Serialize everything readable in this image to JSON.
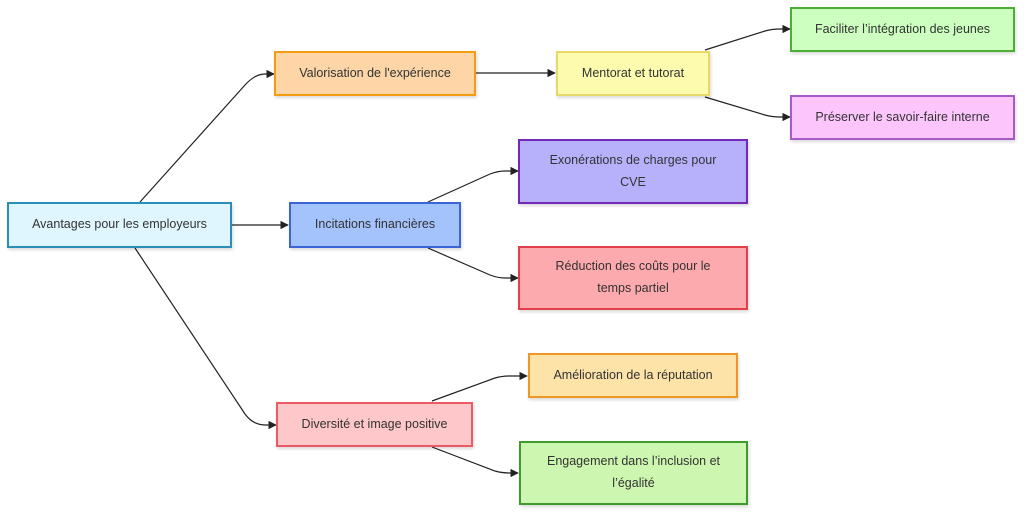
{
  "nodes": {
    "root": {
      "label": "Avantages pour les employeurs",
      "fill": "#dff6ff",
      "stroke": "#2a8fb8"
    },
    "valorisation": {
      "label": "Valorisation de l'expérience",
      "fill": "#fdd5a7",
      "stroke": "#f39c12"
    },
    "mentorat": {
      "label": "Mentorat et tutorat",
      "fill": "#fdfcae",
      "stroke": "#e6d96a"
    },
    "faciliter": {
      "label": "Faciliter l’intégration des jeunes",
      "fill": "#ccffc0",
      "stroke": "#4caf35"
    },
    "preserver": {
      "label": "Préserver le savoir-faire interne",
      "fill": "#fcc6fc",
      "stroke": "#a55bc9"
    },
    "incitations": {
      "label": "Incitations financières",
      "fill": "#a4c2fb",
      "stroke": "#3b64d6"
    },
    "exonerations": {
      "label": "Exonérations de charges pour CVE",
      "fill": "#b7b1fb",
      "stroke": "#7328b8"
    },
    "reduction": {
      "label": "Réduction des coûts pour le temps partiel",
      "fill": "#fdaaae",
      "stroke": "#e0404a"
    },
    "diversite": {
      "label": "Diversité et image positive",
      "fill": "#fec7c9",
      "stroke": "#ec5b63"
    },
    "amelioration": {
      "label": "Amélioration de la réputation",
      "fill": "#fde3a8",
      "stroke": "#ef9628"
    },
    "engagement": {
      "label": "Engagement dans l’inclusion et l’égalité",
      "fill": "#cdf6b0",
      "stroke": "#3f9a2e"
    }
  },
  "edge_color": "#222222"
}
